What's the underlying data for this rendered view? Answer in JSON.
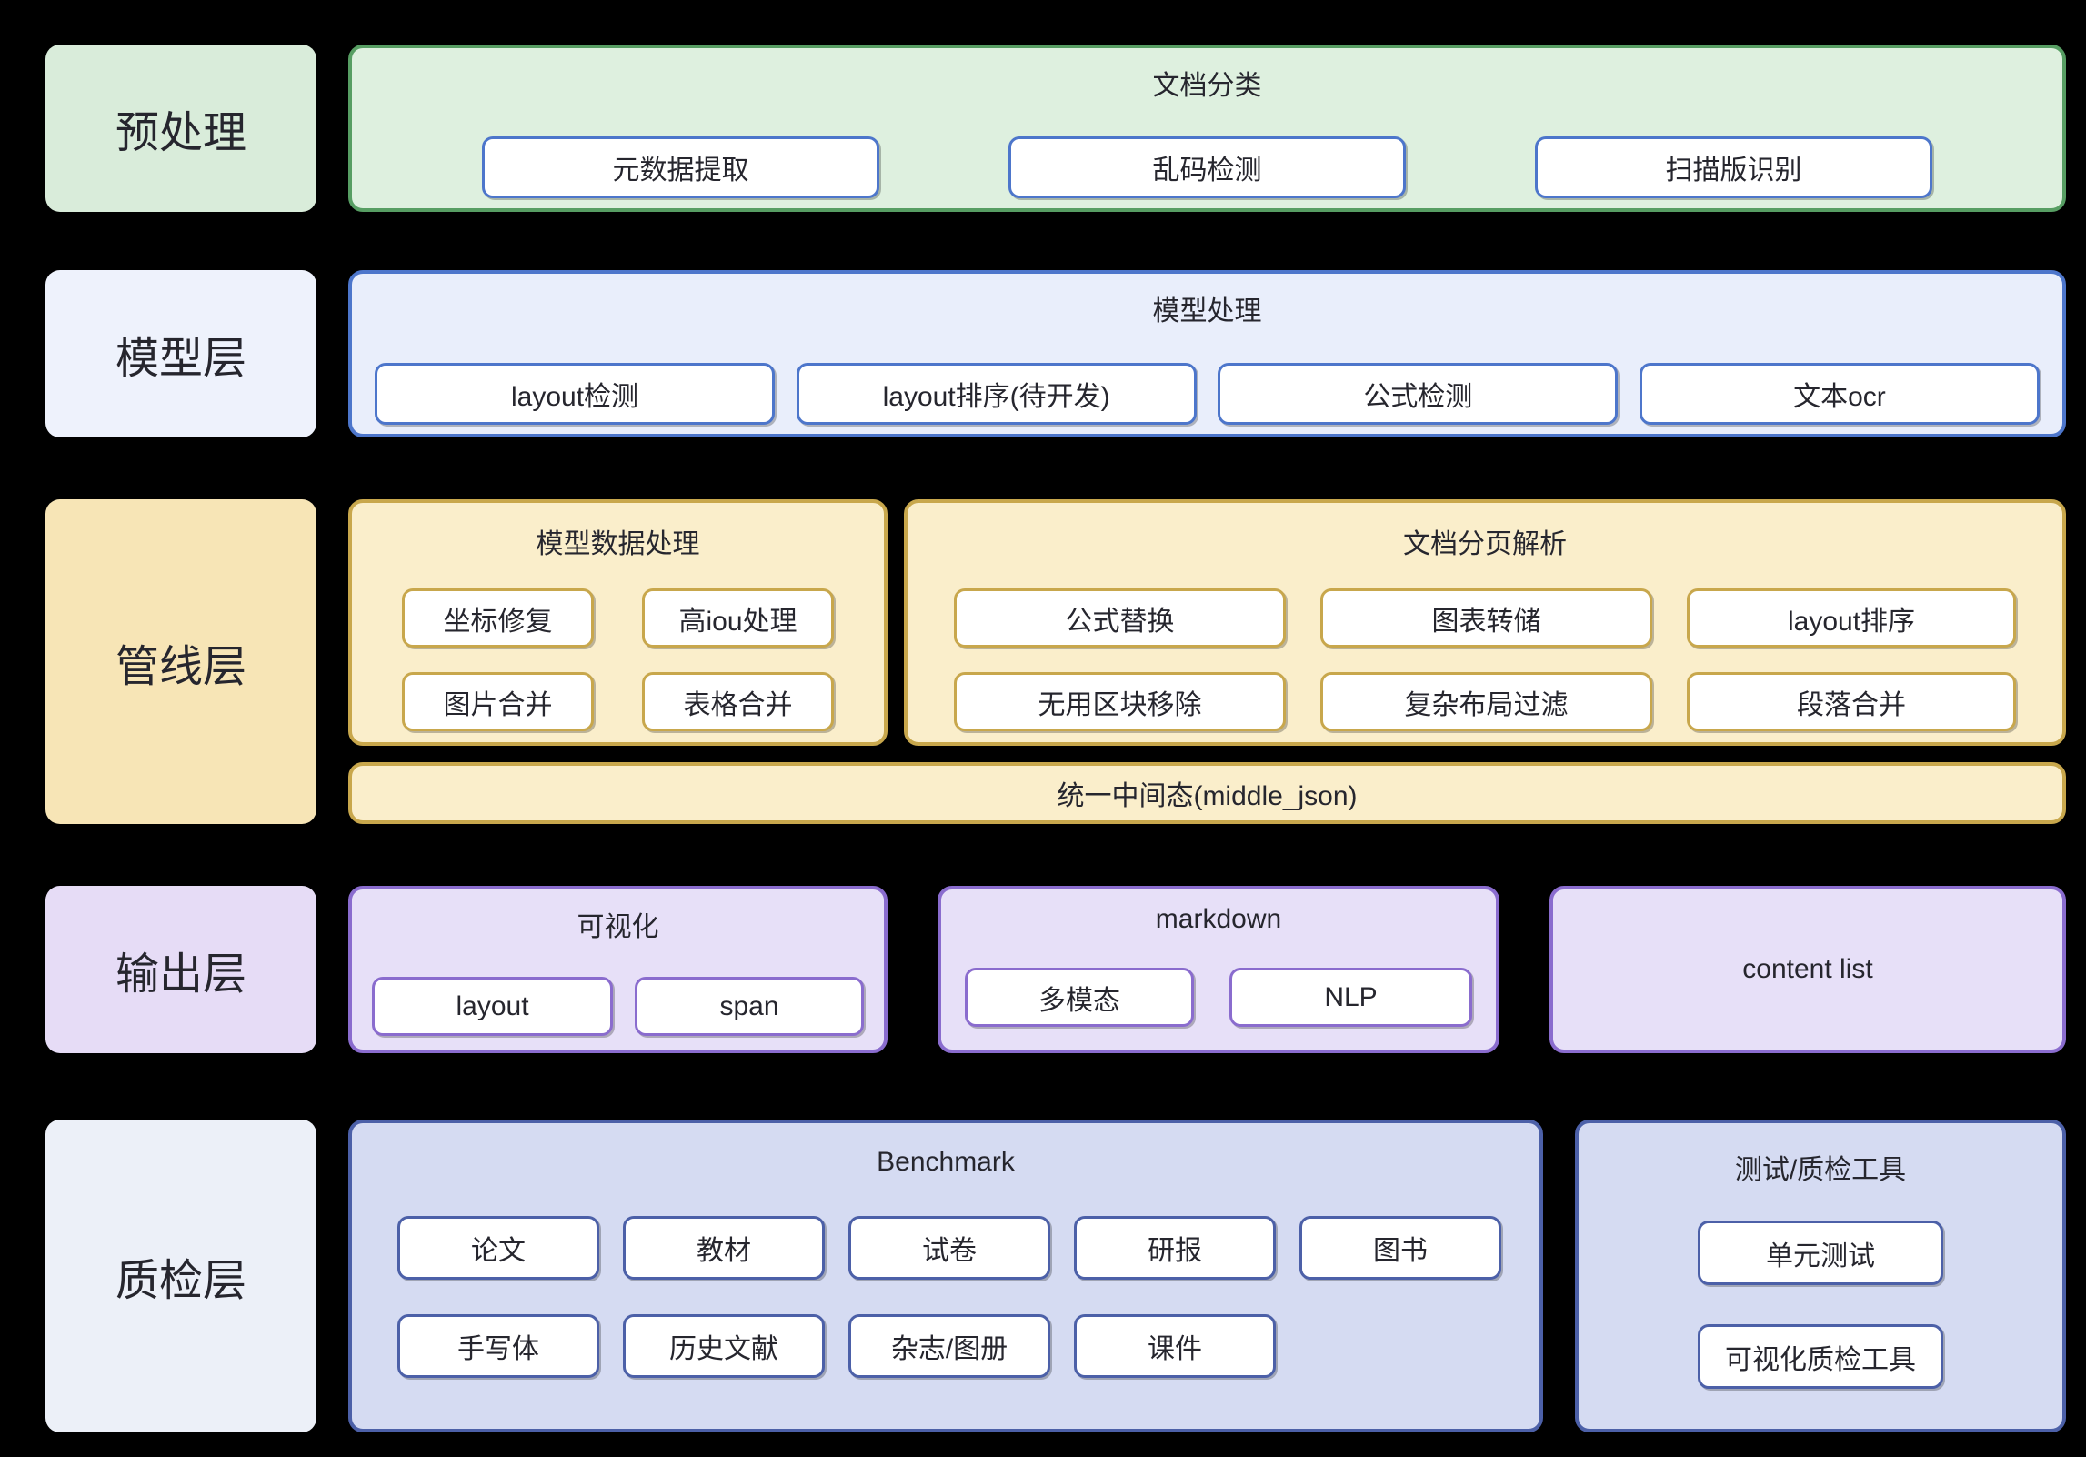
{
  "layers": [
    {
      "label": "预处理",
      "containers": [
        {
          "title": "文档分类",
          "buttons": [
            "元数据提取",
            "乱码检测",
            "扫描版识别"
          ]
        }
      ]
    },
    {
      "label": "模型层",
      "containers": [
        {
          "title": "模型处理",
          "buttons": [
            "layout检测",
            "layout排序(待开发)",
            "公式检测",
            "文本ocr"
          ]
        }
      ]
    },
    {
      "label": "管线层",
      "containers": [
        {
          "title": "模型数据处理",
          "buttons": [
            "坐标修复",
            "高iou处理",
            "图片合并",
            "表格合并"
          ]
        },
        {
          "title": "文档分页解析",
          "buttons": [
            "公式替换",
            "图表转储",
            "layout排序",
            "无用区块移除",
            "复杂布局过滤",
            "段落合并"
          ]
        }
      ],
      "bar": "统一中间态(middle_json)"
    },
    {
      "label": "输出层",
      "containers": [
        {
          "title": "可视化",
          "buttons": [
            "layout",
            "span"
          ]
        },
        {
          "title": "markdown",
          "buttons": [
            "多模态",
            "NLP"
          ]
        },
        {
          "title": "content list",
          "buttons": []
        }
      ]
    },
    {
      "label": "质检层",
      "containers": [
        {
          "title": "Benchmark",
          "buttons": [
            "论文",
            "教材",
            "试卷",
            "研报",
            "图书",
            "手写体",
            "历史文献",
            "杂志/图册",
            "课件"
          ]
        },
        {
          "title": "测试/质检工具",
          "buttons": [
            "单元测试",
            "可视化质检工具"
          ]
        }
      ]
    }
  ],
  "colors": {
    "background": "#000000",
    "text": "#26262e",
    "node_fill": "#ffffff",
    "green": {
      "border": "#579e63",
      "fill": "#def0df",
      "label_fill": "#d9ecda"
    },
    "blue": {
      "border": "#4d76cb",
      "fill": "#e9eefb",
      "label_fill": "#eef2fc"
    },
    "gold": {
      "border": "#c8a74c",
      "fill": "#faeecb",
      "label_fill": "#f7e5b6"
    },
    "purple": {
      "border": "#8a6cce",
      "fill": "#e7e0f8",
      "label_fill": "#e6dcf6"
    },
    "periwinkle": {
      "border": "#4c60a8",
      "fill": "#d5dbf2",
      "label_fill": "#ecf0f8"
    }
  }
}
